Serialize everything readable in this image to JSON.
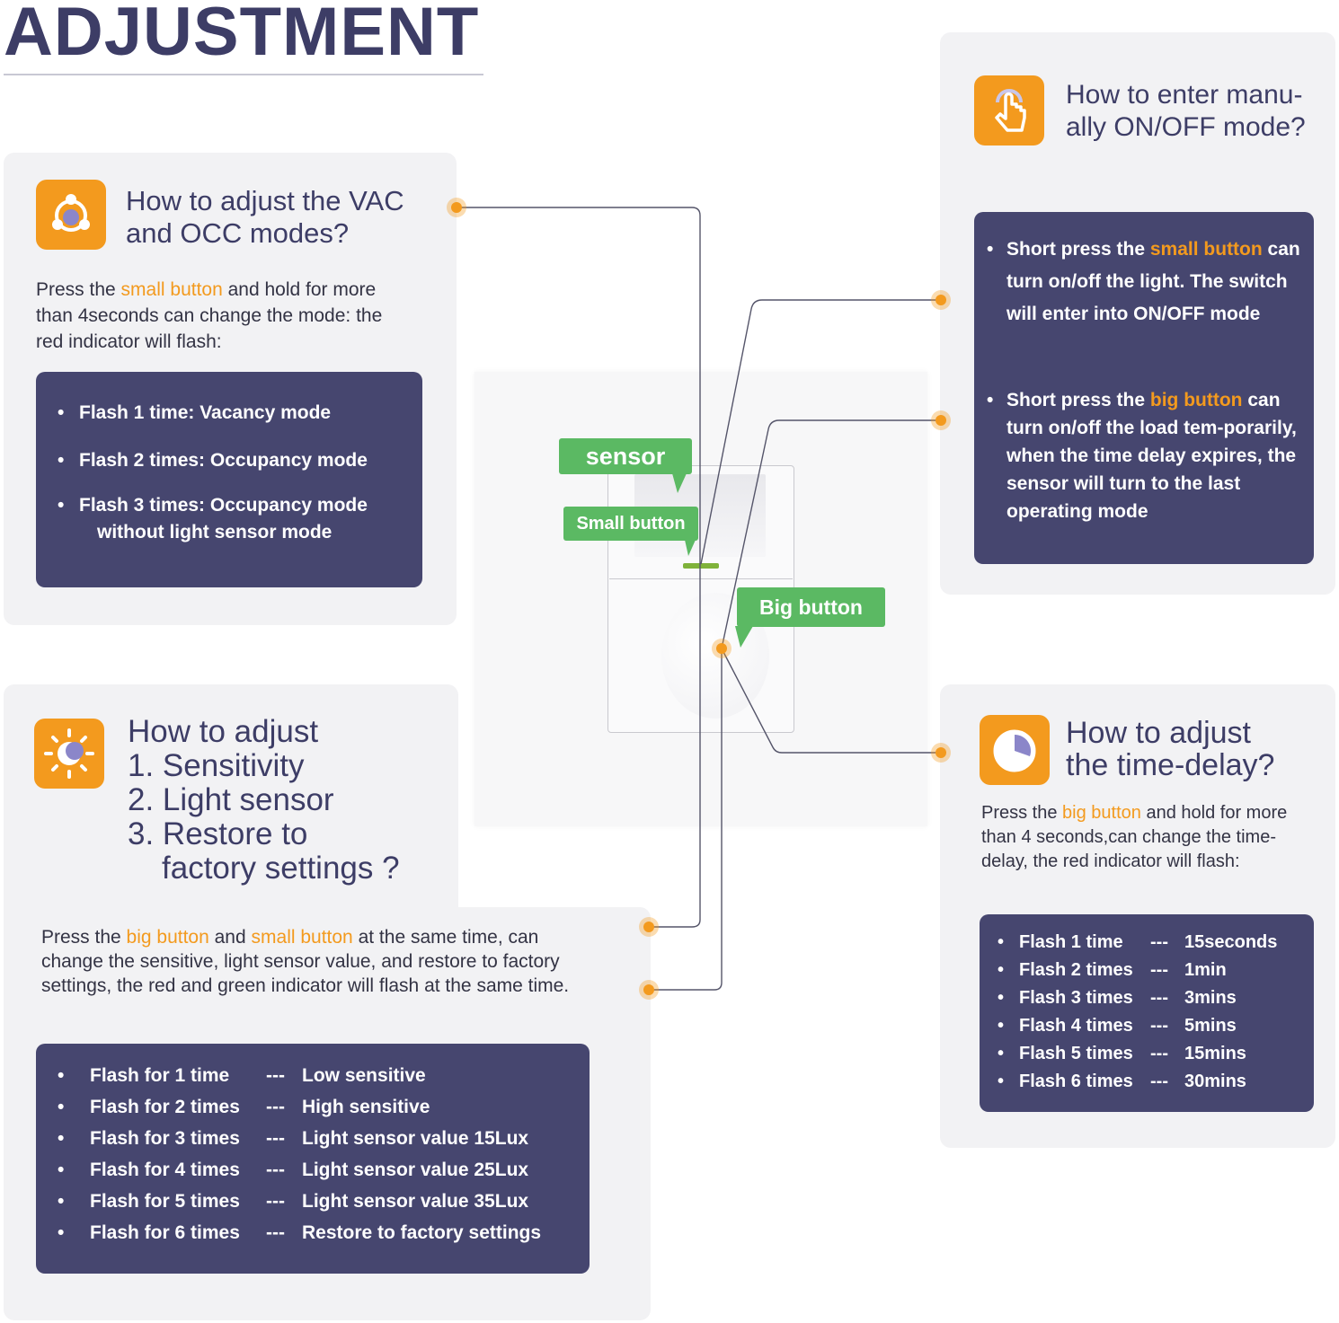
{
  "page_title": "ADJUSTMENT",
  "colors": {
    "accent": "#f39a1e",
    "navy": "#46466f",
    "green": "#5bb963",
    "card": "#f2f2f4"
  },
  "device": {
    "sensor_label": "sensor",
    "small_button_label": "Small button",
    "big_button_label": "Big button"
  },
  "vac": {
    "icon": "people-icon",
    "heading": "How to adjust the VAC and OCC modes?",
    "intro": {
      "a": "Press the ",
      "b": "small button",
      "c": " and hold for more than 4seconds can change the mode: the red indicator will flash:"
    },
    "items": [
      "Flash 1 time:  Vacancy mode",
      "Flash 2 times:  Occupancy mode",
      "Flash 3 times:  Occupancy mode",
      "without light sensor mode"
    ]
  },
  "manual": {
    "icon": "hand-tap-icon",
    "heading_line1": "How to enter manu-",
    "heading_line2": "ally ON/OFF mode?",
    "item1": {
      "a": "Short press the ",
      "b": "small button",
      "c": " can turn on/off the light. The switch will enter into ON/OFF mode"
    },
    "item2": {
      "a": "Short press the ",
      "b": "big button",
      "c": " can turn on/off the load tem-porarily, when the time delay expires, the sensor will turn to the last operating mode"
    }
  },
  "sensitivity": {
    "icon": "sun-moon-icon",
    "heading_line1": "How to adjust",
    "heading_line2": "1. Sensitivity",
    "heading_line3": "2. Light sensor",
    "heading_line4": "3. Restore to",
    "heading_line5": "factory settings ?",
    "intro": {
      "a": "Press the ",
      "b": "big button",
      "c": " and ",
      "d": "small button",
      "e": " at the same time, can change the sensitive, light sensor value, and restore to factory settings, the red and green indicator will flash at the same time."
    },
    "rows": [
      {
        "flash": "Flash for 1 time",
        "sep": "---",
        "result": "Low sensitive"
      },
      {
        "flash": "Flash for 2 times",
        "sep": "---",
        "result": "High sensitive"
      },
      {
        "flash": "Flash for 3 times",
        "sep": "---",
        "result": "Light sensor value 15Lux"
      },
      {
        "flash": "Flash for 4 times",
        "sep": "---",
        "result": "Light sensor value 25Lux"
      },
      {
        "flash": "Flash for 5 times",
        "sep": "---",
        "result": "Light sensor value 35Lux"
      },
      {
        "flash": "Flash for 6 times",
        "sep": "---",
        "result": "Restore to factory settings"
      }
    ]
  },
  "timedelay": {
    "icon": "clock-icon",
    "heading_line1": "How to adjust",
    "heading_line2": "the time-delay?",
    "intro": {
      "a": "Press the ",
      "b": "big button",
      "c": " and hold for more than 4 seconds,can change the time-delay, the red indicator will flash:"
    },
    "rows": [
      {
        "flash": "Flash 1 time",
        "sep": "---",
        "result": "15seconds"
      },
      {
        "flash": "Flash 2 times",
        "sep": "---",
        "result": "1min"
      },
      {
        "flash": "Flash 3 times",
        "sep": "---",
        "result": "3mins"
      },
      {
        "flash": "Flash 4 times",
        "sep": "---",
        "result": "5mins"
      },
      {
        "flash": "Flash 5 times",
        "sep": "---",
        "result": "15mins"
      },
      {
        "flash": "Flash 6 times",
        "sep": "---",
        "result": "30mins"
      }
    ]
  }
}
